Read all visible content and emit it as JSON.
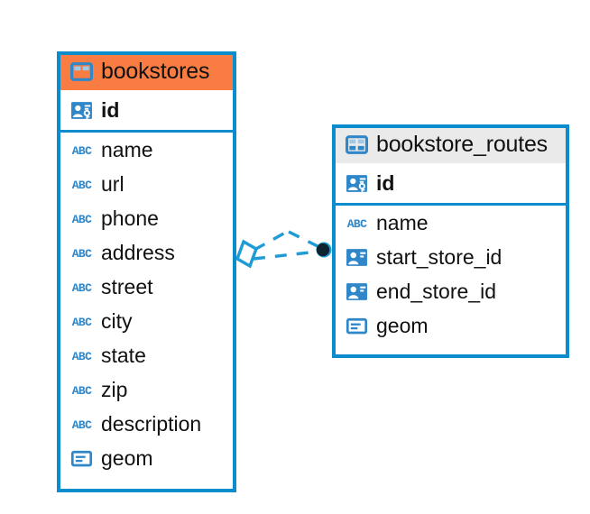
{
  "diagram": {
    "type": "entity-relationship-diagram",
    "background_color": "#ffffff",
    "accent_color": "#0b8ccc",
    "highlight_header_color": "#f97c42",
    "normal_header_color": "#eaeaea"
  },
  "tables": [
    {
      "name": "bookstores",
      "header_icon": "table-grid-icon",
      "header_style": "orange",
      "primary_key": {
        "label": "id",
        "icon": "primary-key-icon"
      },
      "columns": [
        {
          "label": "name",
          "icon": "text-abc-icon"
        },
        {
          "label": "url",
          "icon": "text-abc-icon"
        },
        {
          "label": "phone",
          "icon": "text-abc-icon"
        },
        {
          "label": "address",
          "icon": "text-abc-icon"
        },
        {
          "label": "street",
          "icon": "text-abc-icon"
        },
        {
          "label": "city",
          "icon": "text-abc-icon"
        },
        {
          "label": "state",
          "icon": "text-abc-icon"
        },
        {
          "label": "zip",
          "icon": "text-abc-icon"
        },
        {
          "label": "description",
          "icon": "text-abc-icon"
        },
        {
          "label": "geom",
          "icon": "geometry-icon"
        }
      ]
    },
    {
      "name": "bookstore_routes",
      "header_icon": "table-grid-icon",
      "header_style": "grey",
      "primary_key": {
        "label": "id",
        "icon": "primary-key-icon"
      },
      "columns": [
        {
          "label": "name",
          "icon": "text-abc-icon"
        },
        {
          "label": "start_store_id",
          "icon": "foreign-key-icon"
        },
        {
          "label": "end_store_id",
          "icon": "foreign-key-icon"
        },
        {
          "label": "geom",
          "icon": "geometry-icon"
        }
      ]
    }
  ],
  "relationship": {
    "line_style": "dashed",
    "line_color": "#1f9cd6",
    "source_endpoint": "diamond",
    "target_endpoint": "filled-circle",
    "target_endpoint_color": "#0d2330"
  }
}
